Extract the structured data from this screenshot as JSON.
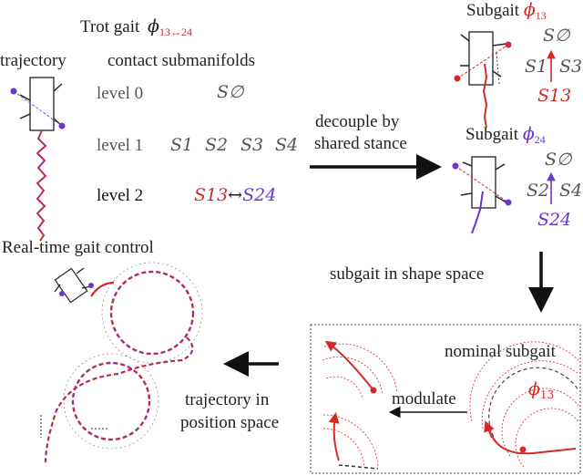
{
  "colors": {
    "red": "#d42a2a",
    "purple": "#6a35d0",
    "black": "#111111",
    "gray": "#555555"
  },
  "header": {
    "trot_gait": "Trot gait",
    "phi": "ϕ",
    "phi_sub": "13↔24"
  },
  "columns": {
    "trajectory": "trajectory",
    "contact_submanifolds": "contact submanifolds"
  },
  "levels": [
    {
      "label": "level 0",
      "sets": [
        "S∅"
      ]
    },
    {
      "label": "level 1",
      "sets": [
        "S1",
        "S2",
        "S3",
        "S4"
      ]
    },
    {
      "label": "level 2",
      "sets": [
        "S13",
        "S24"
      ]
    }
  ],
  "level2_arrow": "↔",
  "decouple": {
    "line1": "decouple by",
    "line2": "shared stance"
  },
  "subgait_top": {
    "title": "Subgait",
    "phi_sub": "13",
    "s_empty": "S∅",
    "s_a": "S1",
    "s_b": "S3",
    "s_target": "S13"
  },
  "subgait_bottom": {
    "title": "Subgait",
    "phi_sub": "24",
    "s_empty": "S∅",
    "s_a": "S2",
    "s_b": "S4",
    "s_target": "S24"
  },
  "shape_space": "subgait in shape space",
  "realtime": "Real-time gait control",
  "nominal": "nominal subgait",
  "modulate": "modulate",
  "phi13": "ϕ13",
  "position_space": {
    "line1": "trajectory in",
    "line2": "position space"
  }
}
